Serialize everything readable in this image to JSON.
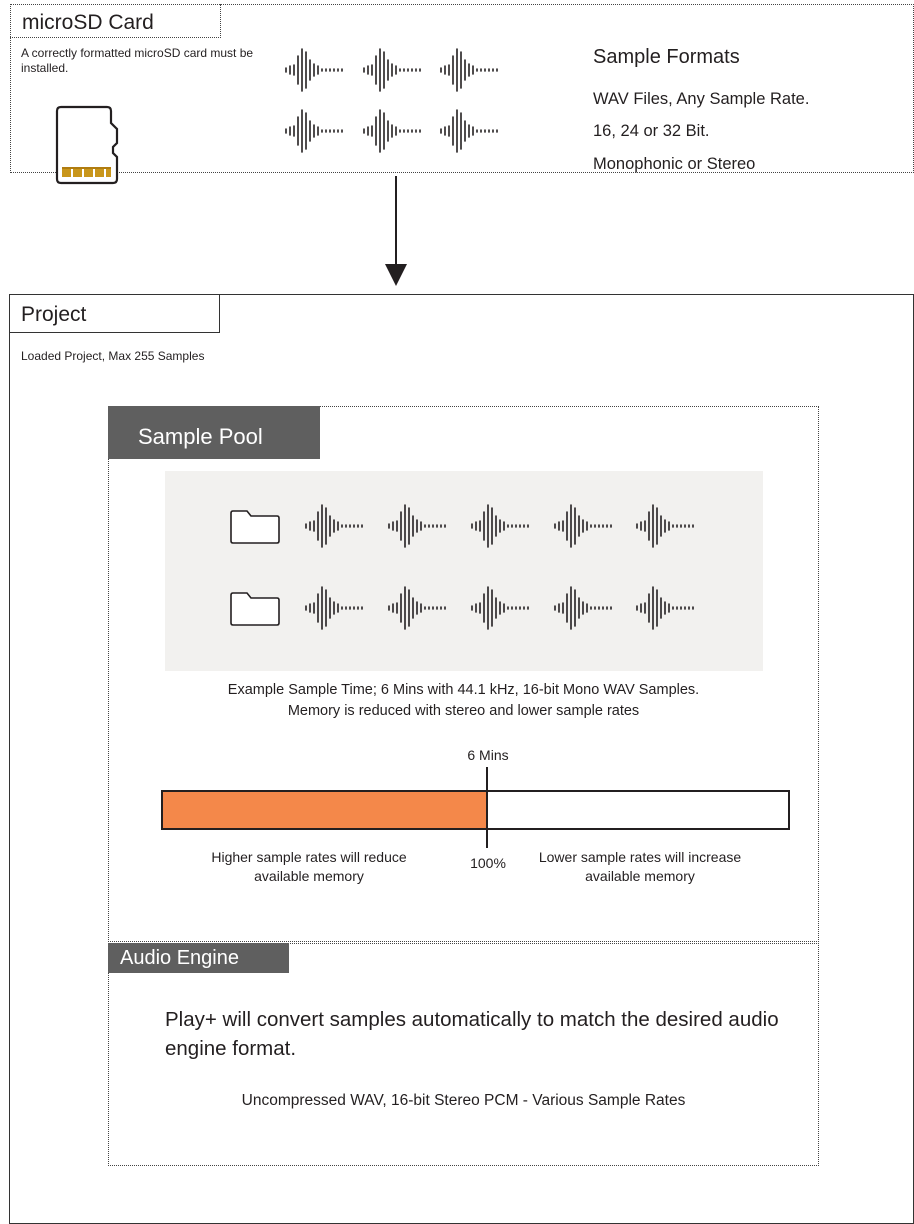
{
  "microsd": {
    "title": "microSD Card",
    "note": "A correctly formatted microSD card must be installed.",
    "card_icon": "microsd-card-icon",
    "waveform_icon": "waveform-icon"
  },
  "formats": {
    "title": "Sample Formats",
    "lines": [
      "WAV Files, Any Sample Rate.",
      "16, 24 or 32 Bit.",
      "Monophonic or Stereo"
    ]
  },
  "arrow_icon": "arrow-down-icon",
  "project": {
    "title": "Project",
    "description": "Loaded Project, Max 255 Samples"
  },
  "sample_pool": {
    "title": "Sample Pool",
    "folder_icon": "folder-icon",
    "example_line1": "Example Sample Time; 6 Mins with 44.1 kHz, 16-bit Mono WAV Samples.",
    "example_line2": "Memory is reduced with stereo and lower sample rates",
    "memory_bar": {
      "marker_label": "6 Mins",
      "marker_percent_label": "100%",
      "fill_fraction": 0.52,
      "fill_color": "#f4884a",
      "left_note": "Higher sample rates will reduce available memory",
      "right_note": "Lower sample rates will increase available memory"
    }
  },
  "audio_engine": {
    "title": "Audio Engine",
    "description": "Play+ will convert samples automatically to match the desired audio engine format.",
    "format": "Uncompressed WAV, 16-bit Stereo PCM - Various Sample Rates"
  },
  "colors": {
    "tab_background": "#5f5f5f",
    "pool_background": "#f2f1ef",
    "card_contacts": "#c9961a"
  }
}
